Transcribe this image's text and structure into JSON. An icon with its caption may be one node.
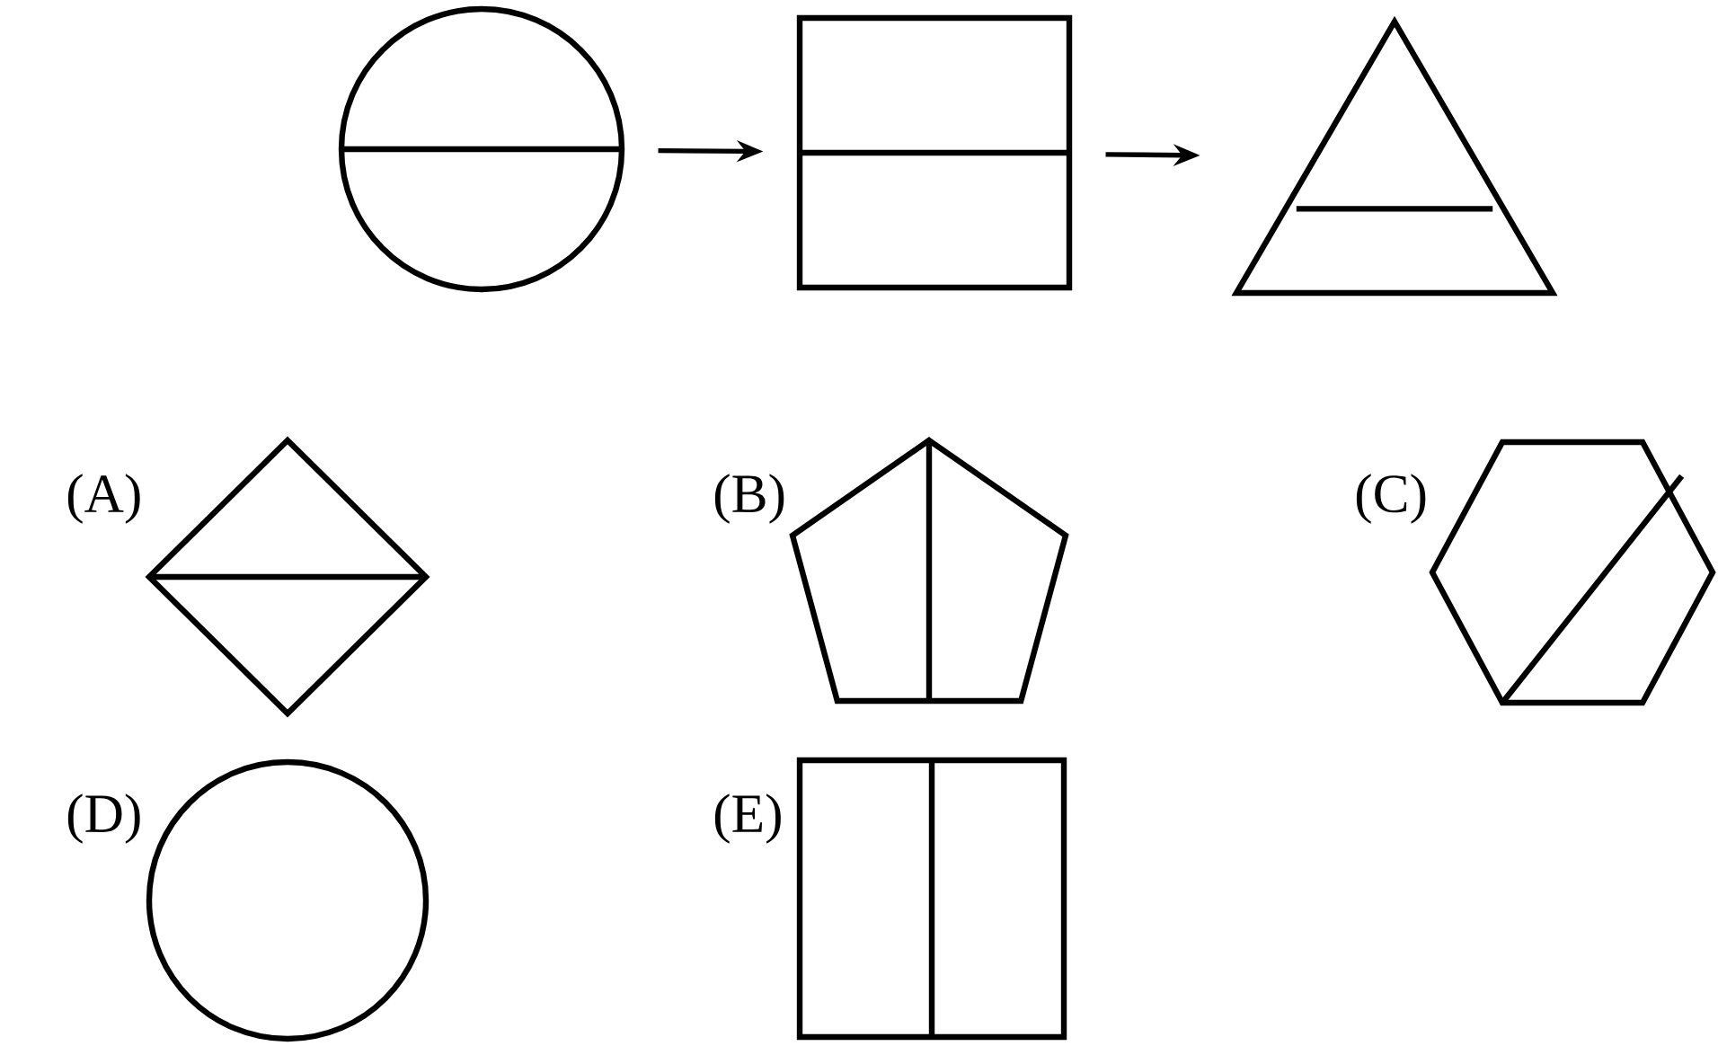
{
  "diagram": {
    "nodes": [
      {
        "text": [],
        "shape": "circle"
      },
      {
        "text": [],
        "shape": "box"
      },
      {
        "text": [],
        "shape": "triangle"
      },
      {
        "text": [],
        "shape": "diamond",
        "beside": [
          "(A)"
        ]
      },
      {
        "text": [],
        "shape": "pentagon",
        "beside": [
          "(B)"
        ]
      },
      {
        "text": [],
        "shape": "hexagon",
        "beside": [
          "(C)"
        ]
      },
      {
        "text": [],
        "shape": "circle",
        "beside": [
          "(D)"
        ]
      },
      {
        "text": [],
        "shape": "box",
        "beside": [
          "(E)"
        ]
      }
    ],
    "edges": [
      {
        "from": 0,
        "to": 1,
        "arrow": "to"
      },
      {
        "from": 1,
        "to": 2,
        "arrow": "to"
      }
    ]
  }
}
